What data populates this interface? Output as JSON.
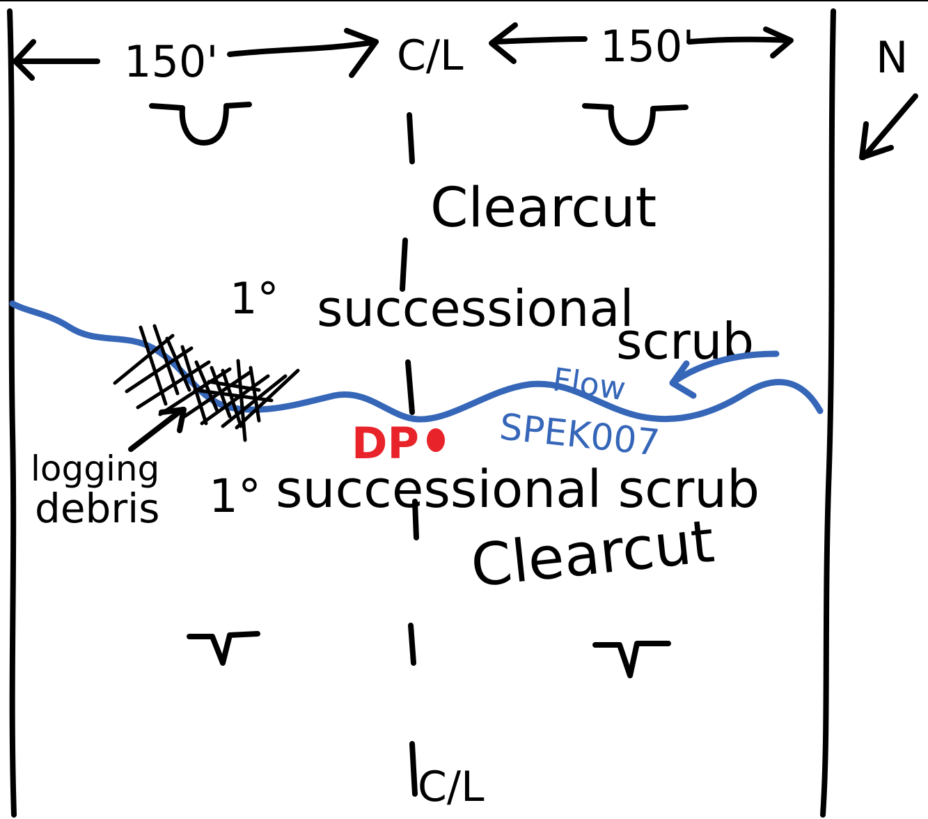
{
  "dimensions": {
    "left_width": "150'",
    "right_width": "150'"
  },
  "centerline_top": "C/L",
  "centerline_bottom": "C/L",
  "north_label": "N",
  "zones": {
    "upper_clearcut": "Clearcut",
    "upper_scrub_prefix": "1°",
    "upper_scrub_line1": "successional",
    "upper_scrub_line2": "scrub",
    "lower_scrub_prefix": "1°",
    "lower_scrub": "successional scrub",
    "lower_clearcut": "Clearcut"
  },
  "stream": {
    "id": "SPEK007",
    "flow_label": "Flow",
    "color": "#3566b8"
  },
  "debris_label_line1": "logging",
  "debris_label_line2": "debris",
  "data_point": {
    "label": "DP",
    "color": "#e8232a"
  },
  "ink_color": "#000000"
}
